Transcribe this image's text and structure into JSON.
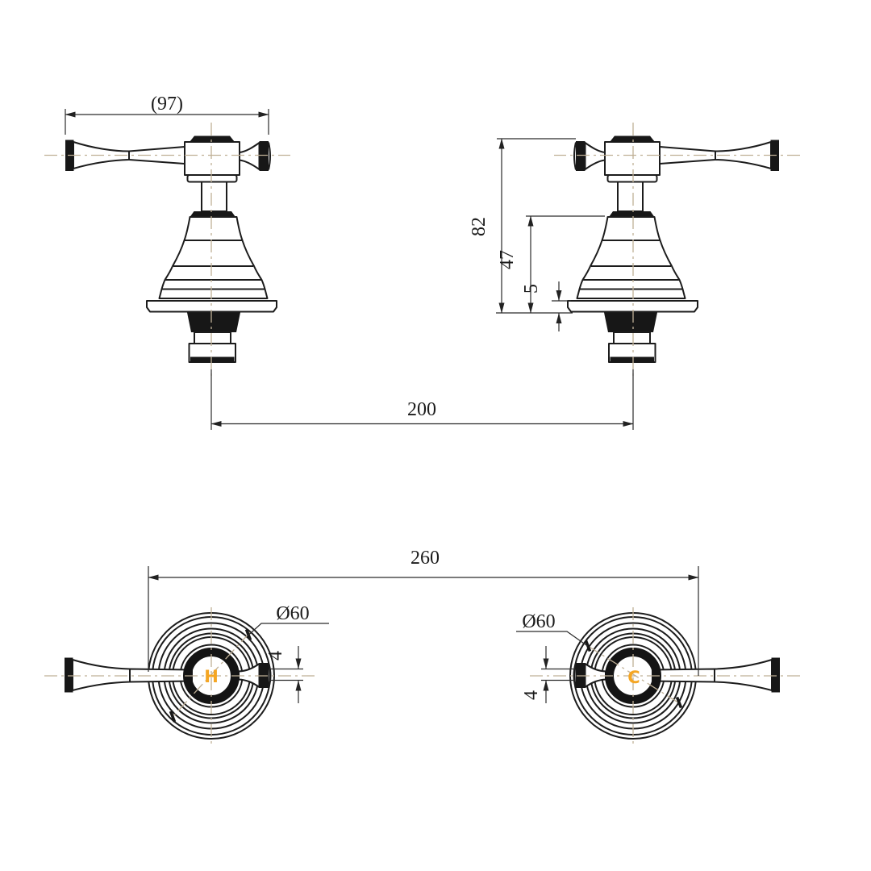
{
  "drawing_type": "tap-assembly-technical-drawing",
  "dimensions": {
    "handle_span": "(97)",
    "total_height": "82",
    "bonnet_height": "47",
    "flange_thickness": "5",
    "tap_center_distance": "200",
    "overall_width": "260",
    "left_escutcheon_diameter": "Ø60",
    "right_escutcheon_diameter": "Ø60",
    "left_handle_end_width": "4",
    "right_handle_end_width": "4"
  },
  "markers": {
    "hot_indicator": "H",
    "cold_indicator": "C"
  },
  "colors": {
    "line": "#1c1c1c",
    "dimension": "#2b2b2b",
    "centerline": "#bfb096",
    "indicator": "#f5a623",
    "background": "#ffffff"
  }
}
